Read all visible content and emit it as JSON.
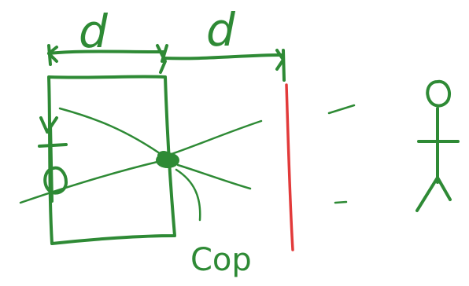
{
  "colors": {
    "ink": "#2e8a35",
    "mirror": "#e23a3a",
    "background": "#ffffff"
  },
  "labels": {
    "distance_left": "d",
    "distance_right": "d",
    "cop": "Cop"
  }
}
